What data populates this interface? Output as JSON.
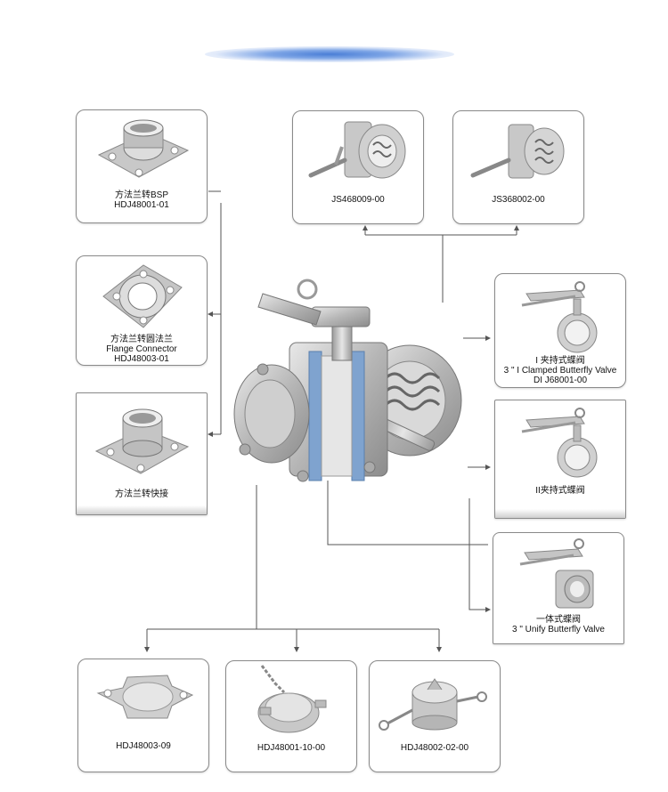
{
  "cards": [
    {
      "id": "c1",
      "line1": "方法兰转BSP",
      "line2": "",
      "code": "HDJ48001-01"
    },
    {
      "id": "c2",
      "line1": "方法兰转圆法兰",
      "line2": "Flange Connector",
      "code": "HDJ48003-01"
    },
    {
      "id": "c3",
      "line1": "方法兰转快接",
      "line2": "",
      "code": ""
    },
    {
      "id": "c4",
      "line1": "",
      "line2": "",
      "code": "JS468009-00"
    },
    {
      "id": "c5",
      "line1": "",
      "line2": "",
      "code": "JS368002-00"
    },
    {
      "id": "c6",
      "line1": "I 夹持式蝶阀",
      "line2": "3 \" I Clamped Butterfly Valve",
      "code": "DI J68001-00"
    },
    {
      "id": "c7",
      "line1": "II夹持式蝶阀",
      "line2": "",
      "code": ""
    },
    {
      "id": "c8",
      "line1": "一体式蝶阀",
      "line2": "3 \" Unify Butterfly Valve",
      "code": ""
    },
    {
      "id": "c9",
      "line1": "",
      "line2": "",
      "code": "HDJ48003-09"
    },
    {
      "id": "c10",
      "line1": "",
      "line2": "",
      "code": "HDJ48001-10-00"
    },
    {
      "id": "c11",
      "line1": "",
      "line2": "",
      "code": "HDJ48002-02-00"
    }
  ],
  "icons": {
    "c1": "square-flange-bsp-icon",
    "c2": "flange-connector-icon",
    "c3": "square-flange-quick-coupling-icon",
    "c4": "flapper-valve-lever-icon",
    "c5": "flapper-valve-lever-icon",
    "c6": "clamped-butterfly-valve-icon",
    "c7": "clamped-butterfly-valve-icon",
    "c8": "unify-butterfly-valve-icon",
    "c9": "gasket-plate-icon",
    "c10": "chained-dust-cap-icon",
    "c11": "camlock-dust-cap-icon"
  },
  "colors": {
    "glow": "#4a7ed6",
    "line": "#555555",
    "frame": "#8a8a8a",
    "seal": "#7fa3cf",
    "steel": "#c9c9c9"
  }
}
